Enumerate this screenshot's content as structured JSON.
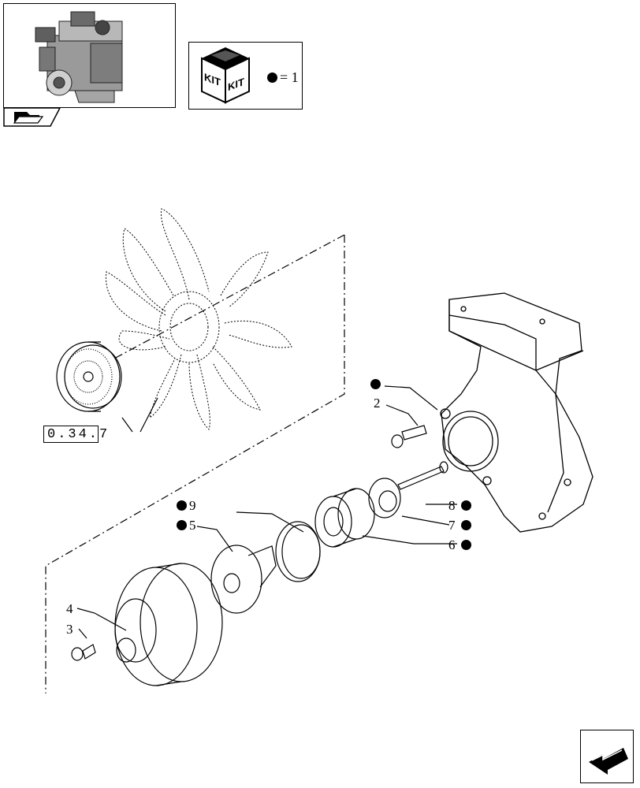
{
  "kit_legend": {
    "kit_word_left": "KIT",
    "kit_word_right": "KIT",
    "equals": "= 1"
  },
  "reference": {
    "code": "0.34.7"
  },
  "callouts": [
    {
      "id": "2",
      "text": "2",
      "has_dot": true
    },
    {
      "id": "3",
      "text": "3",
      "has_dot": false
    },
    {
      "id": "4",
      "text": "4",
      "has_dot": false
    },
    {
      "id": "5",
      "text": "5",
      "has_dot": true
    },
    {
      "id": "6",
      "text": "6",
      "has_dot": true
    },
    {
      "id": "7",
      "text": "7",
      "has_dot": true
    },
    {
      "id": "8",
      "text": "8",
      "has_dot": true
    },
    {
      "id": "9",
      "text": "9",
      "has_dot": true
    }
  ],
  "icons": {
    "engine_thumbnail": "engine-icon",
    "kit_box": "kit-box-icon",
    "navigation_tab": "nav-folder-icon",
    "next_page": "next-page-arrow-icon"
  }
}
